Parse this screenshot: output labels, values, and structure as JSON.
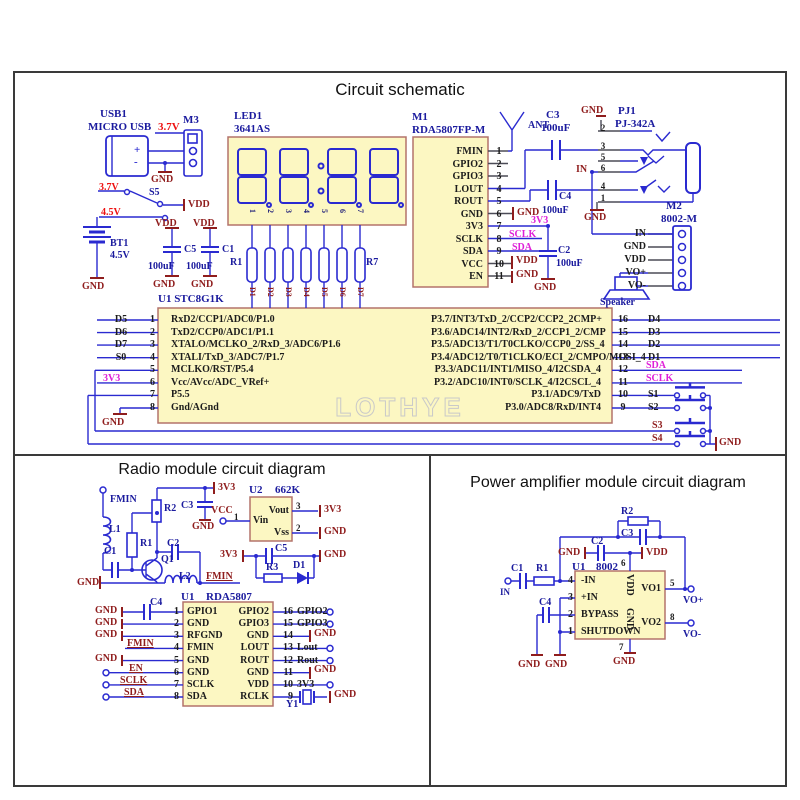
{
  "frame": {
    "title": "Circuit schematic",
    "radio_title": "Radio module circuit diagram",
    "amp_title": "Power amplifier module circuit diagram",
    "watermark": "LOTHYE"
  },
  "usb": {
    "ref": "USB1",
    "part": "MICRO USB",
    "net_3v7": "3.7V",
    "conn_ref": "M3",
    "plus": "+",
    "minus": "-",
    "gnd": "GND"
  },
  "pwr": {
    "v37": "3.7V",
    "sw": "S5",
    "vdd": "VDD",
    "v45": "4.5V",
    "bt_ref": "BT1",
    "bt_val": "4.5V",
    "bt_gnd": "GND",
    "c5": {
      "vdd": "VDD",
      "name": "C5",
      "val": "100uF",
      "gnd": "GND"
    },
    "c1": {
      "vdd": "VDD",
      "name": "C1",
      "val": "100uF",
      "gnd": "GND"
    }
  },
  "led": {
    "ref": "LED1",
    "part": "3641AS",
    "seg_pins": [
      "1",
      "2",
      "3",
      "4",
      "5",
      "6",
      "7"
    ],
    "r_first": "R1",
    "r_last": "R7",
    "d_labels": [
      "D1",
      "D2",
      "D3",
      "D4",
      "D5",
      "D6",
      "D7"
    ]
  },
  "m1": {
    "ref": "M1",
    "part": "RDA5807FP-M",
    "ant": "ANT",
    "pins": [
      {
        "n": "1",
        "name": "FMIN"
      },
      {
        "n": "2",
        "name": "GPIO2"
      },
      {
        "n": "3",
        "name": "GPIO3"
      },
      {
        "n": "4",
        "name": "LOUT"
      },
      {
        "n": "5",
        "name": "ROUT"
      },
      {
        "n": "6",
        "name": "GND"
      },
      {
        "n": "7",
        "name": "3V3"
      },
      {
        "n": "8",
        "name": "SCLK"
      },
      {
        "n": "9",
        "name": "SDA"
      },
      {
        "n": "10",
        "name": "VCC"
      },
      {
        "n": "11",
        "name": "EN"
      }
    ],
    "net_gnd": "GND",
    "net_3v3": "3V3",
    "net_sclk": "SCLK",
    "net_sda": "SDA",
    "net_vdd": "VDD",
    "net_gnd2": "GND",
    "c2": {
      "name": "C2",
      "val": "100uF",
      "gnd": "GND"
    },
    "c3": {
      "name": "C3",
      "val": "100uF"
    },
    "c4": {
      "name": "C4",
      "val": "100uF"
    }
  },
  "pj1": {
    "gnd_top": "GND",
    "ref": "PJ1",
    "part": "PJ-342A",
    "pins": [
      "2",
      "3",
      "5",
      "6",
      "4",
      "1"
    ],
    "net_in": "IN",
    "gnd_bot": "GND"
  },
  "m2": {
    "ref": "M2",
    "part": "8002-M",
    "pins": [
      "IN",
      "GND",
      "VDD",
      "VO+",
      "VO-"
    ],
    "speaker": "Speaker"
  },
  "mcu": {
    "ref": "U1 STC8G1K",
    "left": [
      {
        "n": "1",
        "name": "RxD2/CCP1/ADC0/P1.0",
        "net": "D5"
      },
      {
        "n": "2",
        "name": "TxD2/CCP0/ADC1/P1.1",
        "net": "D6"
      },
      {
        "n": "3",
        "name": "XTALO/MCLKO_2/RxD_3/ADC6/P1.6",
        "net": "D7"
      },
      {
        "n": "4",
        "name": "XTALI/TxD_3/ADC7/P1.7",
        "net": "S0"
      },
      {
        "n": "5",
        "name": "MCLKO/RST/P5.4",
        "net": ""
      },
      {
        "n": "6",
        "name": "Vcc/AVcc/ADC_VRef+",
        "net": ""
      },
      {
        "n": "7",
        "name": "P5.5",
        "net": ""
      },
      {
        "n": "8",
        "name": "Gnd/AGnd",
        "net": ""
      }
    ],
    "net_3v3": "3V3",
    "gnd": "GND",
    "right": [
      {
        "n": "16",
        "name": "P3.7/INT3/TxD_2/CCP2/CCP2_2CMP+",
        "net": "D4"
      },
      {
        "n": "15",
        "name": "P3.6/ADC14/INT2/RxD_2/CCP1_2/CMP",
        "net": "D3"
      },
      {
        "n": "14",
        "name": "P3.5/ADC13/T1/T0CLKO/CCP0_2/SS_4",
        "net": "D2"
      },
      {
        "n": "13",
        "name": "P3.4/ADC12/T0/T1CLKO/ECI_2/CMPO/MOSI_4",
        "net": "D1"
      },
      {
        "n": "12",
        "name": "P3.3/ADC11/INT1/MISO_4/I2CSDA_4",
        "net": ""
      },
      {
        "n": "11",
        "name": "P3.2/ADC10/INT0/SCLK_4/I2CSCL_4",
        "net": ""
      },
      {
        "n": "10",
        "name": "P3.1/ADC9/TxD",
        "net": "S1"
      },
      {
        "n": "9",
        "name": "P3.0/ADC8/RxD/INT4",
        "net": "S2"
      }
    ],
    "net_sda": "SDA",
    "net_sclk": "SCLK",
    "s3": "S3",
    "s4": "S4",
    "btn_gnd": "GND"
  },
  "radio": {
    "fmin": "FMIN",
    "l1": "L1",
    "c1": "C1",
    "r1": "R1",
    "r2": "R2",
    "q1": "Q1",
    "c2": "C2",
    "c3": "C3",
    "gnd_c3": "GND",
    "rail_3v3": "3V3",
    "vcc": "VCC",
    "gnd_left": "GND",
    "l2": "L2",
    "fmin2": "FMIN",
    "u2": {
      "ref": "U2",
      "part": "662K",
      "vin": "Vin",
      "vin_n": "1",
      "vout": "Vout",
      "vout_n": "3",
      "vout_net": "3V3",
      "vss": "Vss",
      "vss_n": "2",
      "vss_net": "GND"
    },
    "led_net": {
      "v": "3V3",
      "c5": "C5",
      "r3": "R3",
      "d1": "D1",
      "gnd": "GND"
    },
    "u1": {
      "ref": "U1",
      "part": "RDA5807",
      "left": [
        {
          "n": "1",
          "name": "GPIO1"
        },
        {
          "n": "2",
          "name": "GND"
        },
        {
          "n": "3",
          "name": "RFGND"
        },
        {
          "n": "4",
          "name": "FMIN"
        },
        {
          "n": "5",
          "name": "GND"
        },
        {
          "n": "6",
          "name": "GND"
        },
        {
          "n": "7",
          "name": "SCLK"
        },
        {
          "n": "8",
          "name": "SDA"
        }
      ],
      "right": [
        {
          "n": "16",
          "name": "GPIO2",
          "net": "GPIO2"
        },
        {
          "n": "15",
          "name": "GPIO3",
          "net": "GPIO3"
        },
        {
          "n": "14",
          "name": "GND",
          "net": ""
        },
        {
          "n": "13",
          "name": "LOUT",
          "net": "Lout"
        },
        {
          "n": "12",
          "name": "ROUT",
          "net": "Rout"
        },
        {
          "n": "11",
          "name": "GND",
          "net": ""
        },
        {
          "n": "10",
          "name": "VDD",
          "net": "3V3"
        },
        {
          "n": "9",
          "name": "RCLK",
          "net": ""
        }
      ],
      "c4": "C4",
      "gnd1": "GND",
      "gnd2": "GND",
      "gnd3": "GND",
      "fmin": "FMIN",
      "gnd5": "GND",
      "en": "EN",
      "sclk": "SCLK",
      "sda": "SDA",
      "gnd14": "GND",
      "gnd11": "GND",
      "y1": "Y1",
      "y1_gnd": "GND"
    }
  },
  "amp": {
    "in": "IN",
    "c1": "C1",
    "r1": "R1",
    "r2": "R2",
    "c3": "C3",
    "c2": "C2",
    "gnd_c2": "GND",
    "vdd": "VDD",
    "c4": "C4",
    "gnd_l1": "GND",
    "gnd_l2": "GND",
    "gnd_b": "GND",
    "u1": {
      "ref": "U1",
      "part": "8002",
      "left": [
        {
          "n": "4",
          "name": "-IN"
        },
        {
          "n": "3",
          "name": "+IN"
        },
        {
          "n": "2",
          "name": "BYPASS"
        },
        {
          "n": "1",
          "name": "SHUTDOWN"
        }
      ],
      "vdd_pin": {
        "n": "6",
        "name": "VDD"
      },
      "gnd_pin": {
        "n": "7",
        "name": "GND"
      },
      "vo1": {
        "n": "5",
        "name": "VO1",
        "net": "VO+"
      },
      "vo2": {
        "n": "8",
        "name": "VO2",
        "net": "VO-"
      }
    }
  }
}
